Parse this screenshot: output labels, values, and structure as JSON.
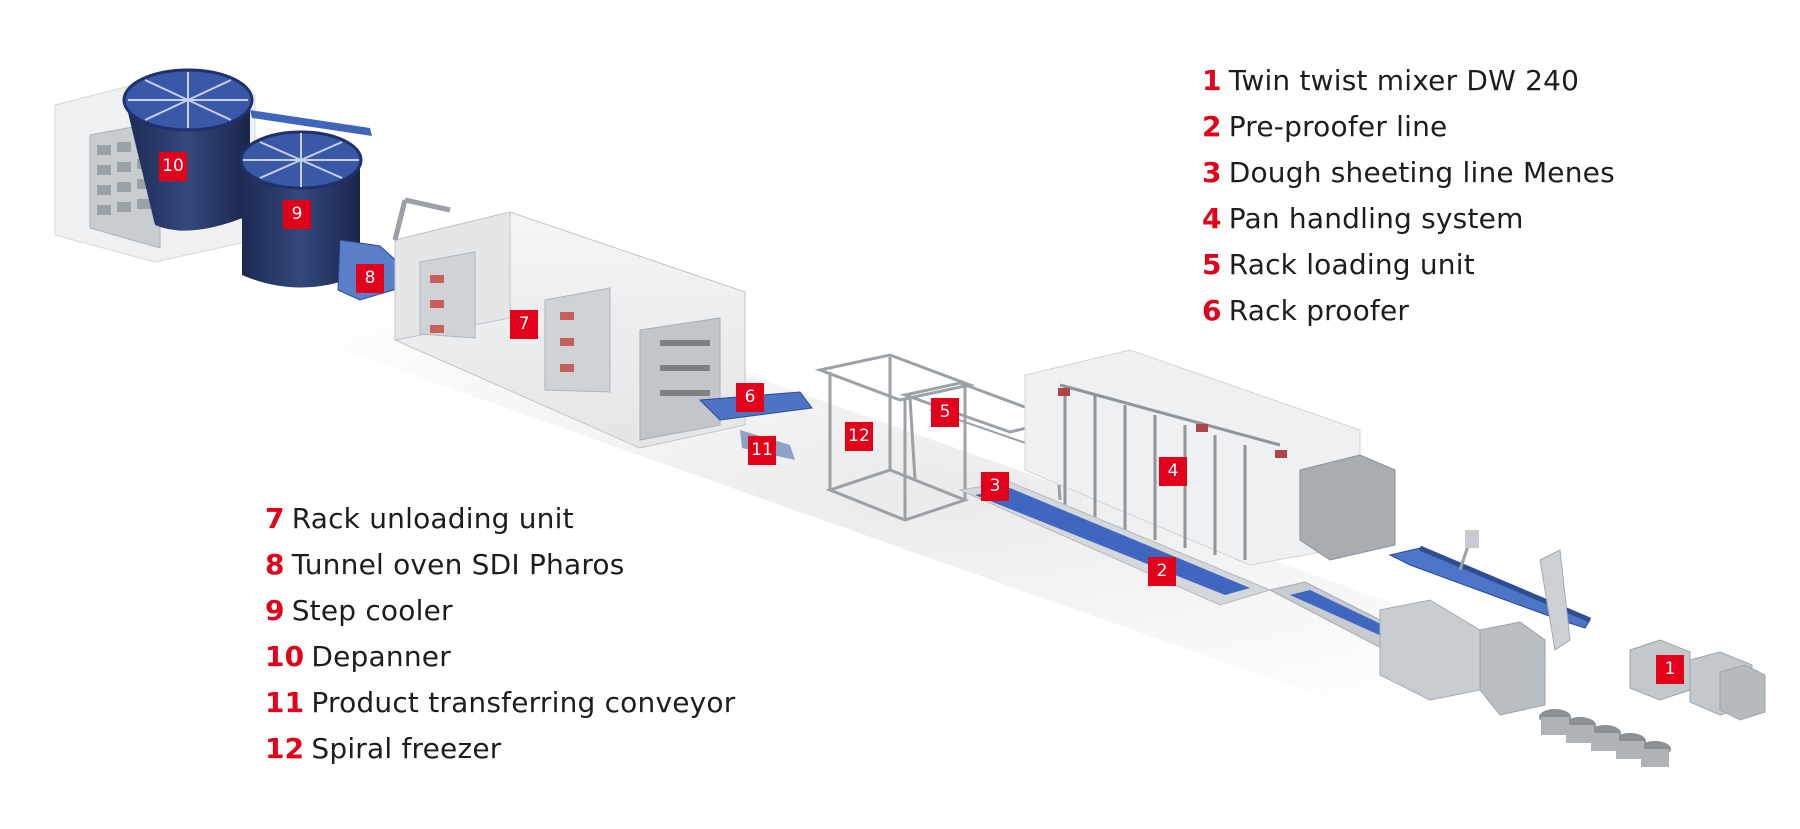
{
  "legend_right": [
    {
      "num": "1",
      "label": "Twin twist mixer DW 240"
    },
    {
      "num": "2",
      "label": "Pre-proofer line"
    },
    {
      "num": "3",
      "label": "Dough sheeting line Menes"
    },
    {
      "num": "4",
      "label": "Pan handling system"
    },
    {
      "num": "5",
      "label": "Rack loading unit"
    },
    {
      "num": "6",
      "label": "Rack proofer"
    }
  ],
  "legend_left": [
    {
      "num": "7",
      "label": "Rack unloading unit"
    },
    {
      "num": "8",
      "label": "Tunnel oven SDI Pharos"
    },
    {
      "num": "9",
      "label": "Step cooler"
    },
    {
      "num": "10",
      "label": "Depanner"
    },
    {
      "num": "11",
      "label": "Product transferring conveyor"
    },
    {
      "num": "12",
      "label": "Spiral freezer"
    }
  ],
  "markers": [
    "1",
    "2",
    "3",
    "4",
    "5",
    "6",
    "7",
    "8",
    "9",
    "10",
    "11",
    "12"
  ],
  "colors": {
    "accent": "#e2001a",
    "text": "#1d1d1d",
    "machine_gray": "#cfd3d6",
    "conveyor_blue": "#2f5db8",
    "spiral_blue": "#26355f"
  }
}
